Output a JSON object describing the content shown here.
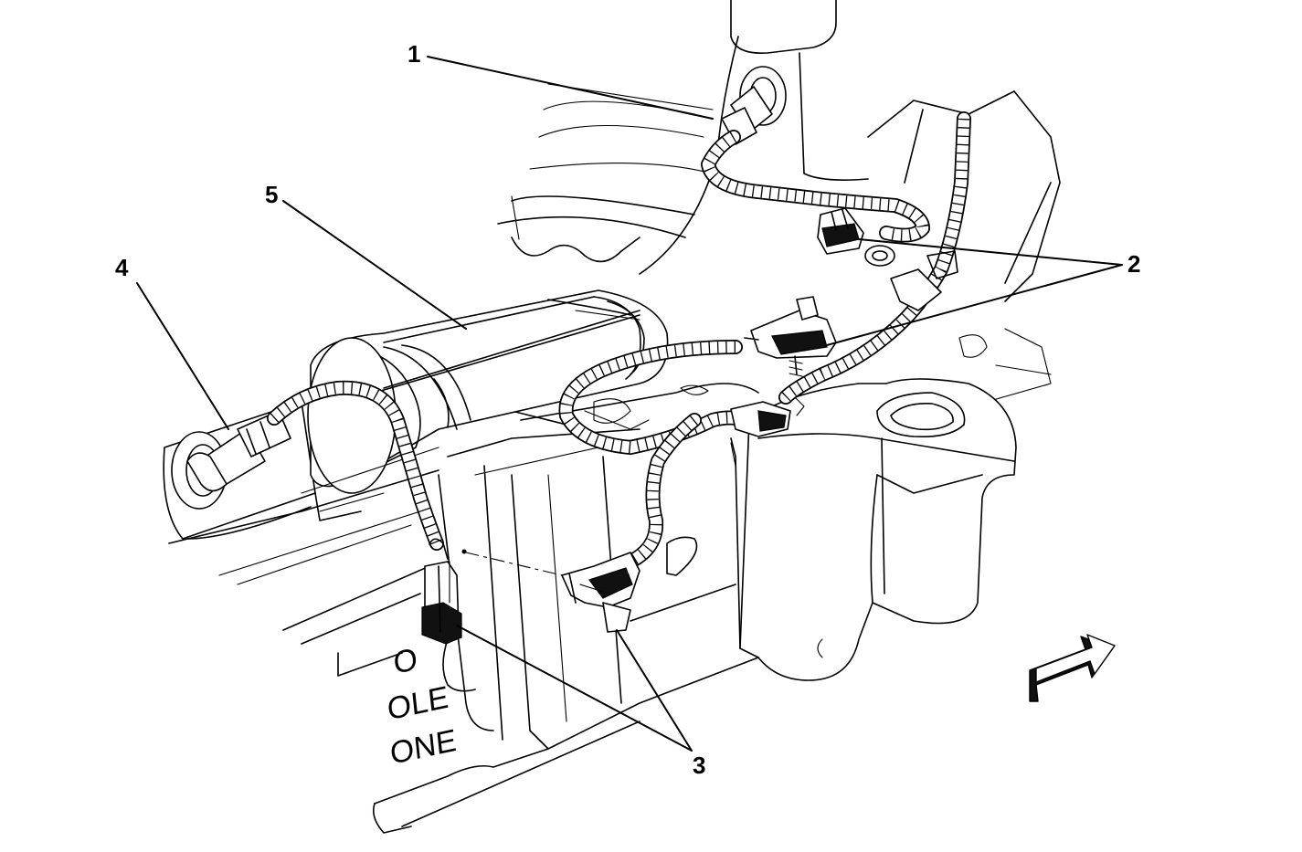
{
  "callouts": {
    "c1": "1",
    "c2": "2",
    "c3": "3",
    "c4": "4",
    "c5": "5"
  },
  "stencil": {
    "line1": "O",
    "line2": "OLE",
    "line3": "ONE"
  },
  "icons": {
    "direction_arrow": "front-direction-arrow-icon"
  }
}
